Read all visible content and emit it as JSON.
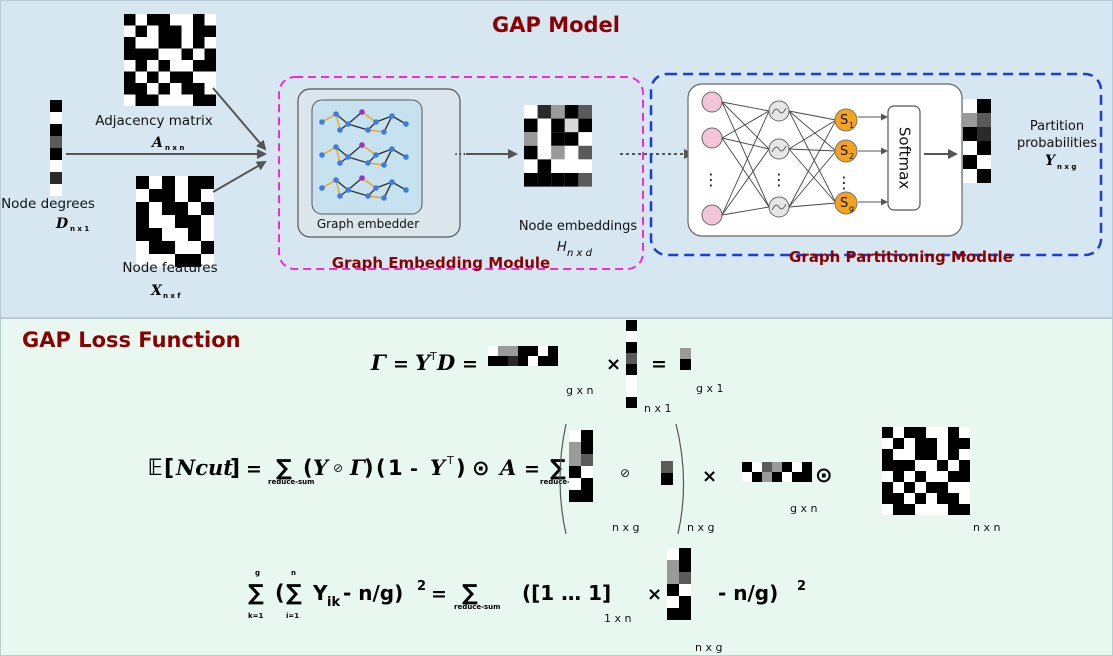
{
  "top": {
    "title": "GAP Model",
    "adjacency_label": "Adjacency matrix",
    "adjacency_symbol": "A",
    "adjacency_sub": "n x n",
    "degrees_label": "Node degrees",
    "degrees_symbol": "D",
    "degrees_sub": "n x 1",
    "features_label": "Node features",
    "features_symbol": "X",
    "features_sub": "n x f",
    "embedder_label": "Graph embedder",
    "embeddings_label": "Node embeddings",
    "embeddings_symbol": "H",
    "embeddings_sub": "n x d",
    "embedding_module_label": "Graph Embedding Module",
    "softmax_label": "Softmax",
    "s1": "S",
    "s1_sub": "1",
    "s2": "S",
    "s2_sub": "2",
    "sg": "S",
    "sg_sub": "g",
    "partition_label_1": "Partition",
    "partition_label_2": "probabilities",
    "partition_symbol": "Y",
    "partition_sub": "n x g",
    "partitioning_module_label": "Graph Partitioning Module",
    "dots": "⋮",
    "hdots": "......."
  },
  "bottom": {
    "title": "GAP Loss Function",
    "eq1": {
      "gamma": "Γ",
      "equals": "=",
      "yt": "Y",
      "t_sup": "T",
      "d": "D",
      "times": "×",
      "dim_gn": "g x n",
      "dim_n1": "n x 1",
      "dim_g1": "g x 1"
    },
    "eq2": {
      "E": "𝔼",
      "lbr": "[",
      "ncut": "Ncut",
      "rbr": "]",
      "equals": "=",
      "sum": "∑",
      "reduce_sum": "reduce-sum",
      "lpar": "(",
      "y": "Y",
      "oslash": "⊘",
      "gamma": "Γ",
      "rpar": ")",
      "one": "1",
      "minus": "-",
      "t_sup": "T",
      "odot": "⊙",
      "a": "A",
      "times": "×",
      "dim_ng": "n x g",
      "dim_gn": "g x n",
      "dim_nn": "n x n"
    },
    "eq3": {
      "g_top": "g",
      "n_top": "n",
      "sum": "∑",
      "k_eq": "k=1",
      "i_eq": "i=1",
      "body": "Y",
      "ik": "ik",
      "rest": "- n/g)",
      "sq": "2",
      "equals": "=",
      "reduce_sum": "reduce-sum",
      "ones": "([1 … 1]",
      "times": "×",
      "dim_1n": "1 x n",
      "minus_ng": "- n/g)",
      "dim_ng": "n x g",
      "lpar": "("
    }
  }
}
